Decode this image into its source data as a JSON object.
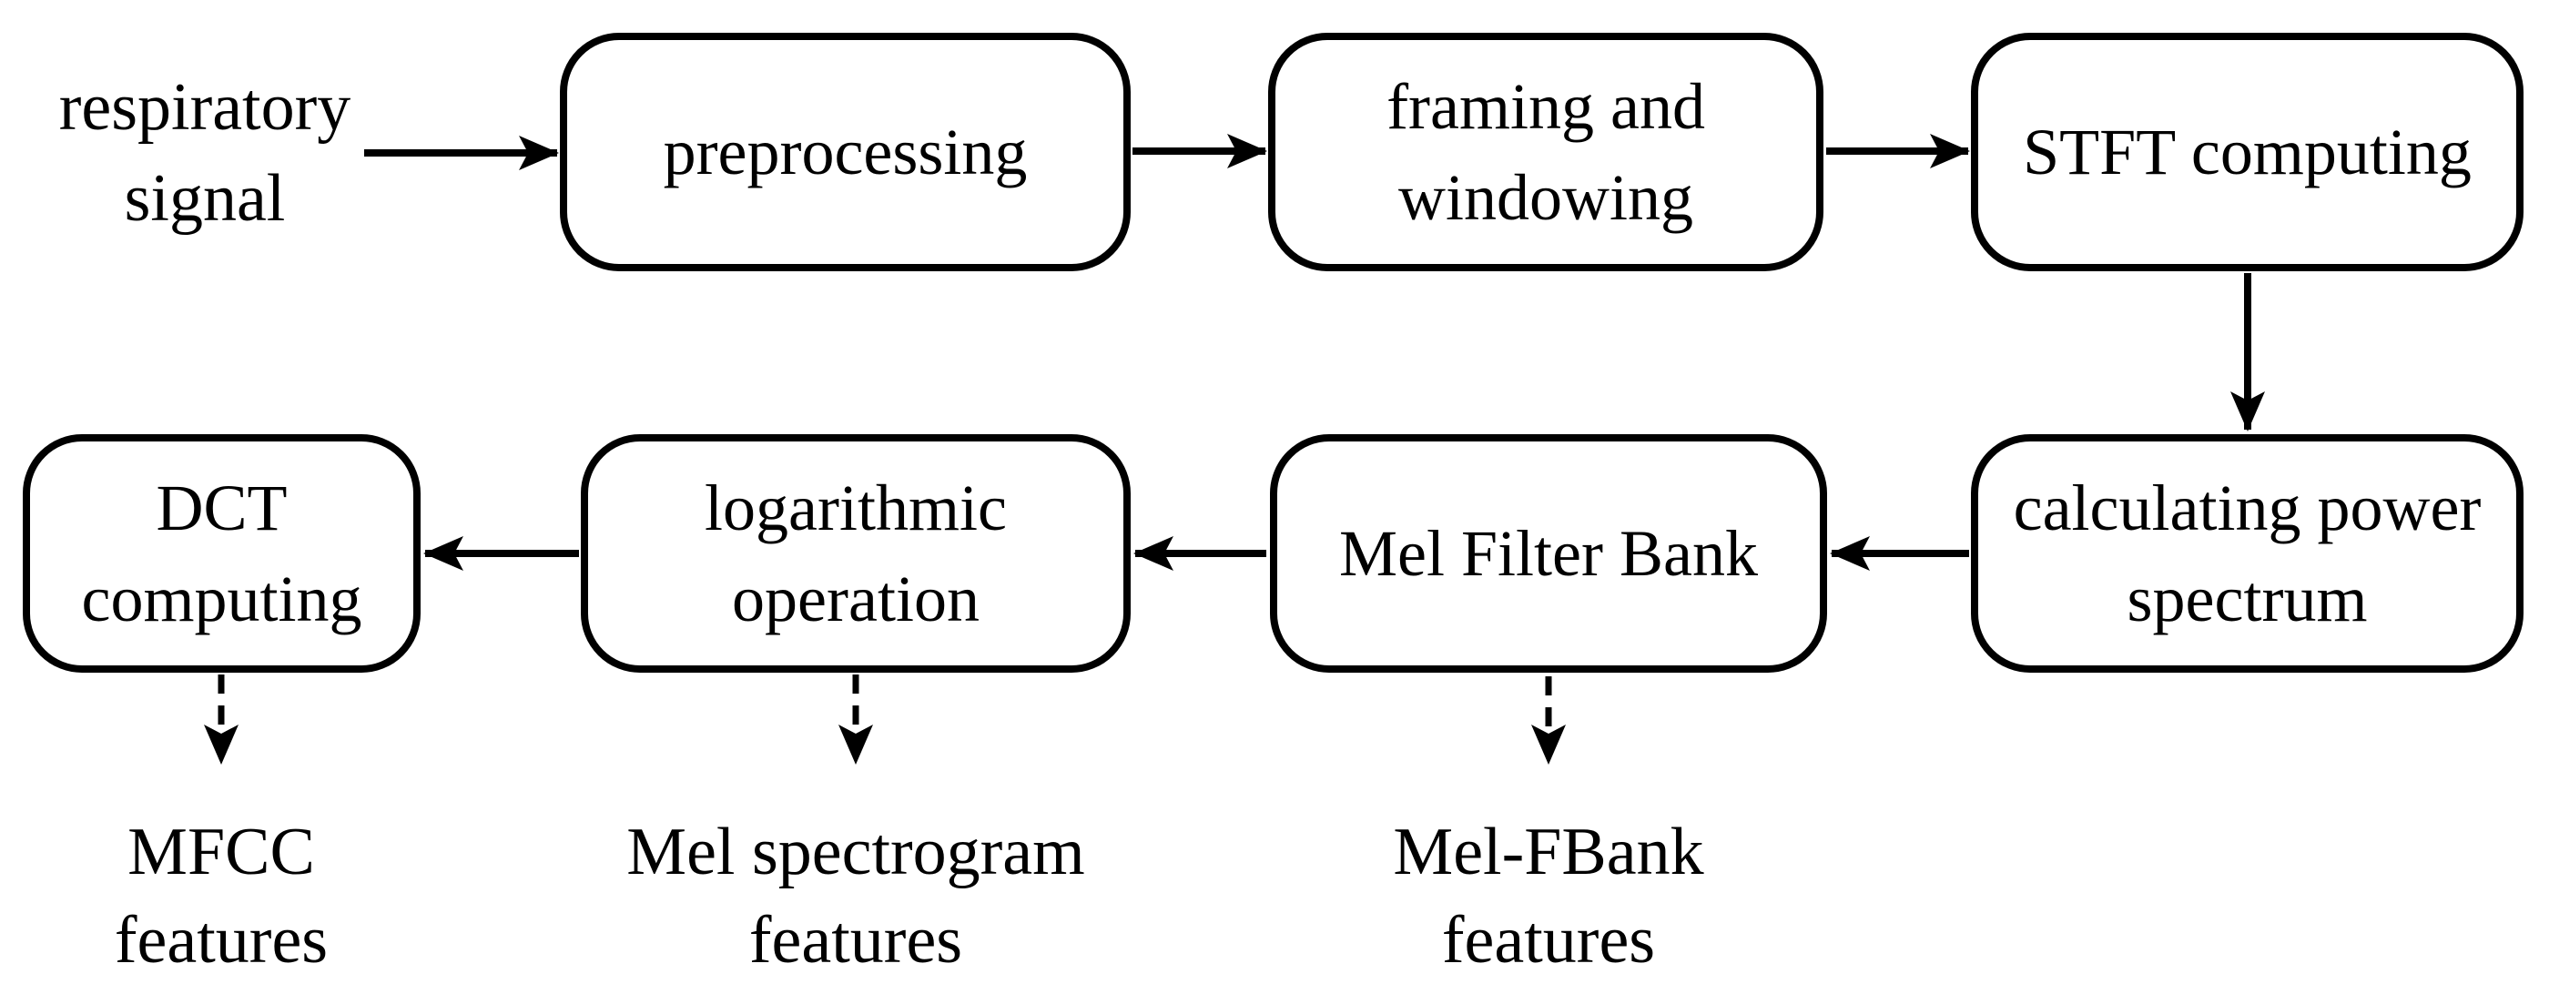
{
  "canvas": {
    "background_color": "#ffffff",
    "stroke_color": "#000000",
    "text_color": "#000000"
  },
  "source_label": {
    "lines": [
      "respiratory",
      "signal"
    ]
  },
  "nodes": [
    {
      "id": "preprocessing",
      "lines": [
        "preprocessing"
      ]
    },
    {
      "id": "framing-windowing",
      "lines": [
        "framing and",
        "windowing"
      ]
    },
    {
      "id": "stft-computing",
      "lines": [
        "STFT computing"
      ]
    },
    {
      "id": "calculating-power-spectrum",
      "lines": [
        "calculating power",
        "spectrum"
      ]
    },
    {
      "id": "mel-filter-bank",
      "lines": [
        "Mel Filter Bank"
      ]
    },
    {
      "id": "logarithmic-operation",
      "lines": [
        "logarithmic",
        "operation"
      ]
    },
    {
      "id": "dct-computing",
      "lines": [
        "DCT",
        "computing"
      ]
    }
  ],
  "outputs": [
    {
      "id": "mfcc-features",
      "lines": [
        "MFCC",
        "features"
      ]
    },
    {
      "id": "mel-spectrogram-features",
      "lines": [
        "Mel spectrogram",
        "features"
      ]
    },
    {
      "id": "mel-fbank-features",
      "lines": [
        "Mel-FBank",
        "features"
      ]
    }
  ],
  "connections": [
    {
      "from": "respiratory-signal",
      "to": "preprocessing",
      "style": "solid"
    },
    {
      "from": "preprocessing",
      "to": "framing-windowing",
      "style": "solid"
    },
    {
      "from": "framing-windowing",
      "to": "stft-computing",
      "style": "solid"
    },
    {
      "from": "stft-computing",
      "to": "calculating-power-spectrum",
      "style": "solid"
    },
    {
      "from": "calculating-power-spectrum",
      "to": "mel-filter-bank",
      "style": "solid"
    },
    {
      "from": "mel-filter-bank",
      "to": "logarithmic-operation",
      "style": "solid"
    },
    {
      "from": "logarithmic-operation",
      "to": "dct-computing",
      "style": "solid"
    },
    {
      "from": "dct-computing",
      "to": "mfcc-features",
      "style": "dashed"
    },
    {
      "from": "logarithmic-operation",
      "to": "mel-spectrogram-features",
      "style": "dashed"
    },
    {
      "from": "mel-filter-bank",
      "to": "mel-fbank-features",
      "style": "dashed"
    }
  ]
}
